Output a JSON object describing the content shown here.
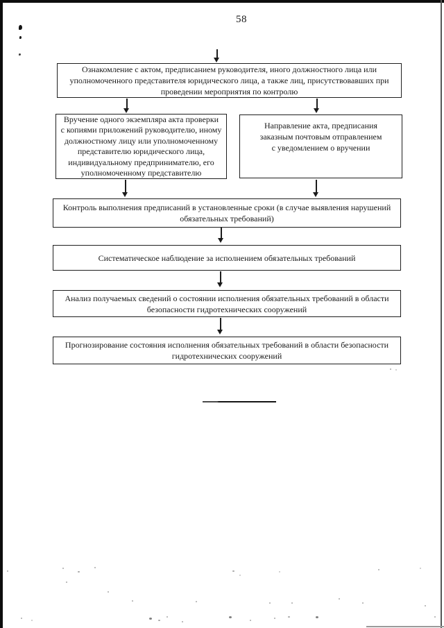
{
  "page": {
    "number": "58",
    "paper_color": "#ffffff",
    "ink_color": "#1a1a1a"
  },
  "flowchart": {
    "boxes": [
      {
        "id": "act-familiarization",
        "text": "Ознакомление с актом, предписанием руководителя, иного должностного лица или\nуполномоченного представителя юридического лица, а также лиц, присутствовавших при\nпроведении мероприятия по контролю"
      },
      {
        "id": "act-copy-delivery",
        "text": "Вручение одного экземпляра акта проверки\nс копиями приложений руководителю, иному\nдолжностному лицу или уполномоченному\nпредставителю юридического лица,\nиндивидуальному предпринимателю, его\nуполномоченному представителю"
      },
      {
        "id": "act-mailing",
        "text": "Направление акта, предписания\nзаказным почтовым отправлением\nс уведомлением о вручении"
      },
      {
        "id": "prescription-control",
        "text": "Контроль выполнения предписаний в установленные сроки (в случае выявления нарушений\nобязательных требований)"
      },
      {
        "id": "systematic-observation",
        "text": "Систематическое наблюдение за исполнением обязательных требований"
      },
      {
        "id": "information-analysis",
        "text": "Анализ получаемых сведений о состоянии исполнения обязательных требований в области\nбезопасности гидротехнических сооружений"
      },
      {
        "id": "compliance-forecasting",
        "text": "Прогнозирование состояния исполнения обязательных требований в области безопасности\nгидротехнических сооружений"
      }
    ]
  }
}
